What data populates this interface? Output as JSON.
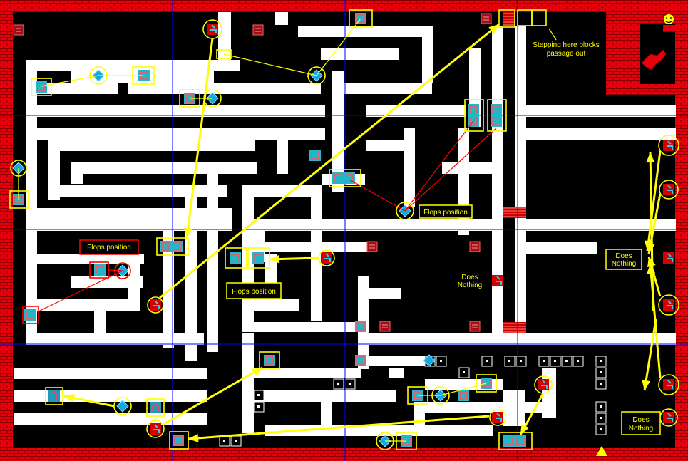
{
  "map": {
    "annotations": {
      "stepping_note_line1": "Stepping here blocks",
      "stepping_note_line2": "passage out",
      "flops_position": "Flops position",
      "does": "Does",
      "nothing": "Nothing"
    },
    "colors": {
      "wall": "#e8000c",
      "floor": "#000000",
      "path": "#ffffff",
      "annotation": "#ffff00",
      "link": "#ff0000",
      "grid": "#0000ff",
      "switch_bg": "#d40000",
      "block": "#22b8c8"
    },
    "icons": {
      "switch": "lever-switch-icon",
      "block": "cyan-block-icon",
      "gem": "diamond-gem-icon",
      "teleport": "teleport-pad-icon",
      "beast": "red-horse-icon",
      "exit": "exit-face-icon"
    }
  }
}
